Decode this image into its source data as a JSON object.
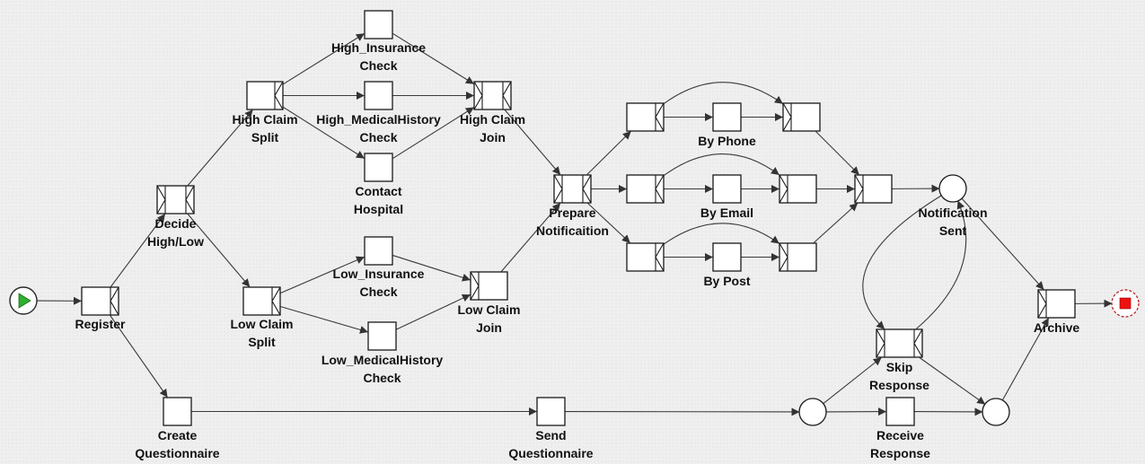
{
  "diagram": {
    "type": "workflow-net",
    "start_event": {
      "name": "start-event",
      "color": "#2fae2f"
    },
    "end_event": {
      "name": "end-event",
      "color": "#ee1111"
    },
    "transitions": [
      {
        "id": "register",
        "label": [
          "Register"
        ],
        "kind": "split"
      },
      {
        "id": "decide",
        "label": [
          "Decide",
          "High/Low"
        ],
        "kind": "both"
      },
      {
        "id": "hcsplit",
        "label": [
          "High Claim",
          "Split"
        ],
        "kind": "split"
      },
      {
        "id": "hinscheck",
        "label": [
          "High_Insurance",
          "Check"
        ],
        "kind": "plain"
      },
      {
        "id": "hmedcheck",
        "label": [
          "High_MedicalHistory",
          "Check"
        ],
        "kind": "plain"
      },
      {
        "id": "contact",
        "label": [
          "Contact",
          "Hospital"
        ],
        "kind": "plain"
      },
      {
        "id": "hcjoin",
        "label": [
          "High Claim",
          "Join"
        ],
        "kind": "both"
      },
      {
        "id": "lcsplit",
        "label": [
          "Low Claim",
          "Split"
        ],
        "kind": "split"
      },
      {
        "id": "linscheck",
        "label": [
          "Low_Insurance",
          "Check"
        ],
        "kind": "plain"
      },
      {
        "id": "lmedcheck",
        "label": [
          "Low_MedicalHistory",
          "Check"
        ],
        "kind": "plain"
      },
      {
        "id": "lcjoin",
        "label": [
          "Low Claim",
          "Join"
        ],
        "kind": "join"
      },
      {
        "id": "prepare",
        "label": [
          "Prepare",
          "Notificaition"
        ],
        "kind": "both"
      },
      {
        "id": "phone_s",
        "label": [],
        "kind": "split"
      },
      {
        "id": "phone",
        "label": [
          "By Phone"
        ],
        "kind": "plain"
      },
      {
        "id": "phone_j",
        "label": [],
        "kind": "join"
      },
      {
        "id": "email_s",
        "label": [],
        "kind": "split"
      },
      {
        "id": "email",
        "label": [
          "By Email"
        ],
        "kind": "plain"
      },
      {
        "id": "email_j",
        "label": [],
        "kind": "join"
      },
      {
        "id": "post_s",
        "label": [],
        "kind": "split"
      },
      {
        "id": "post",
        "label": [
          "By Post"
        ],
        "kind": "plain"
      },
      {
        "id": "post_j",
        "label": [],
        "kind": "join"
      },
      {
        "id": "notif_j",
        "label": [],
        "kind": "join"
      },
      {
        "id": "createq",
        "label": [
          "Create",
          "Questionnaire"
        ],
        "kind": "plain"
      },
      {
        "id": "sendq",
        "label": [
          "Send",
          "Questionnaire"
        ],
        "kind": "plain"
      },
      {
        "id": "skip",
        "label": [
          "Skip",
          "Response"
        ],
        "kind": "both"
      },
      {
        "id": "receive",
        "label": [
          "Receive",
          "Response"
        ],
        "kind": "plain"
      },
      {
        "id": "archive",
        "label": [
          "Archive"
        ],
        "kind": "join"
      }
    ],
    "places": [
      {
        "id": "notifsent",
        "label": [
          "Notification",
          "Sent"
        ]
      },
      {
        "id": "p_q"
      },
      {
        "id": "p_r"
      }
    ]
  }
}
